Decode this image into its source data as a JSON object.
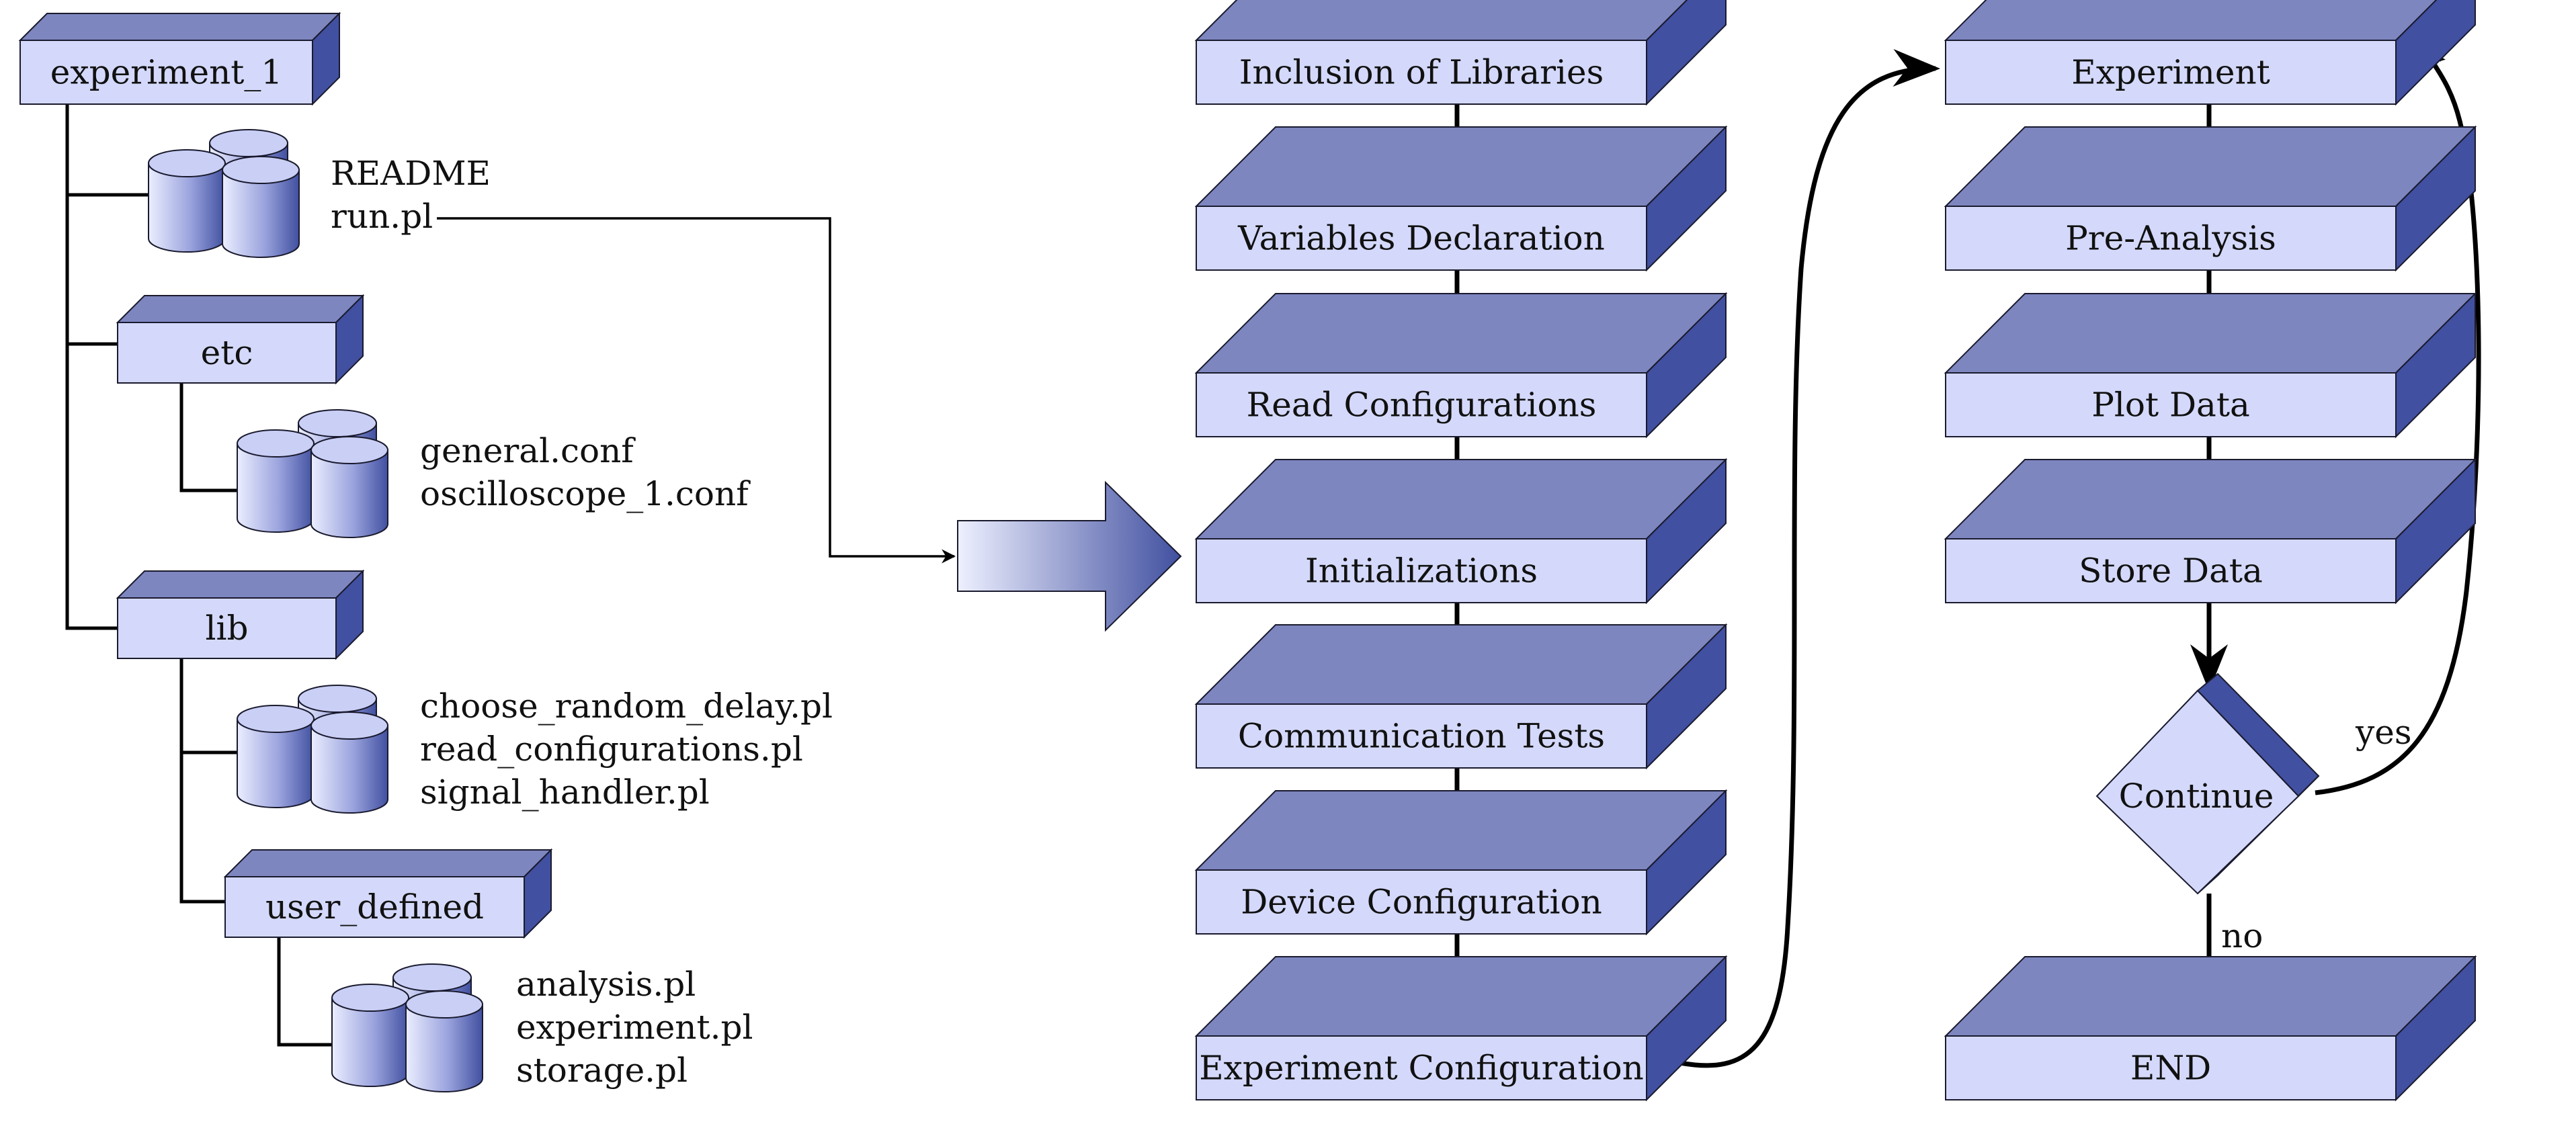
{
  "directory": {
    "root": "experiment_1",
    "root_files": [
      "README",
      "run.pl"
    ],
    "etc": {
      "label": "etc",
      "files": [
        "general.conf",
        "oscilloscope_1.conf"
      ]
    },
    "lib": {
      "label": "lib",
      "files": [
        "choose_random_delay.pl",
        "read_configurations.pl",
        "signal_handler.pl"
      ]
    },
    "user_defined": {
      "label": "user_defined",
      "files": [
        "analysis.pl",
        "experiment.pl",
        "storage.pl"
      ]
    }
  },
  "flow_left": [
    "Inclusion of Libraries",
    "Variables Declaration",
    "Read Configurations",
    "Initializations",
    "Communication Tests",
    "Device Configuration",
    "Experiment Configuration"
  ],
  "flow_right": [
    "Experiment",
    "Pre-Analysis",
    "Plot Data",
    "Store Data"
  ],
  "decision": {
    "label": "Continue",
    "yes": "yes",
    "no": "no"
  },
  "end": "END",
  "colors": {
    "face": "#d4d9fb",
    "top": "#7d86bf",
    "side": "#4150a0",
    "stroke": "#1a1a2e",
    "line": "#000000"
  }
}
